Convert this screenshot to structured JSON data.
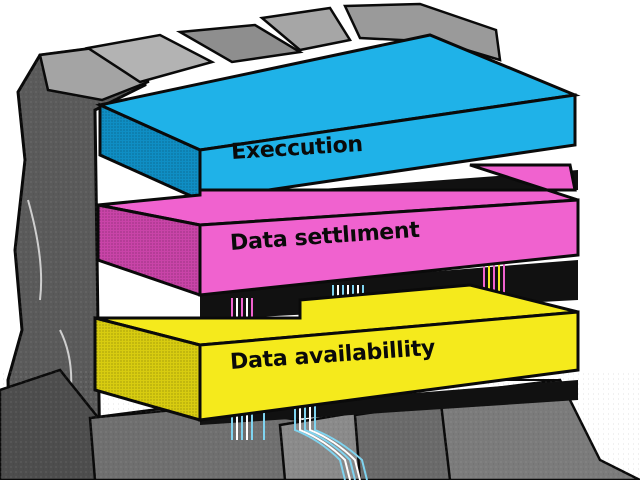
{
  "illustration": {
    "subject": "modular blockchain layer stack resting on stone blocks",
    "layers": [
      {
        "label": "Execcution",
        "color": "#1fb2e8",
        "side_color": "#0f8ec4"
      },
      {
        "label": "Data settlıment",
        "color": "#f062cf",
        "side_color": "#c944a8"
      },
      {
        "label": "Data availabillity",
        "color": "#f5ea1c",
        "side_color": "#d8cc10"
      }
    ],
    "colors": {
      "stone_light": "#a9a9a9",
      "stone_mid": "#7a7a7a",
      "stone_dark": "#4a4a4a",
      "outline": "#0a0a0a",
      "shadow": "#111111",
      "background": "#ffffff"
    }
  }
}
